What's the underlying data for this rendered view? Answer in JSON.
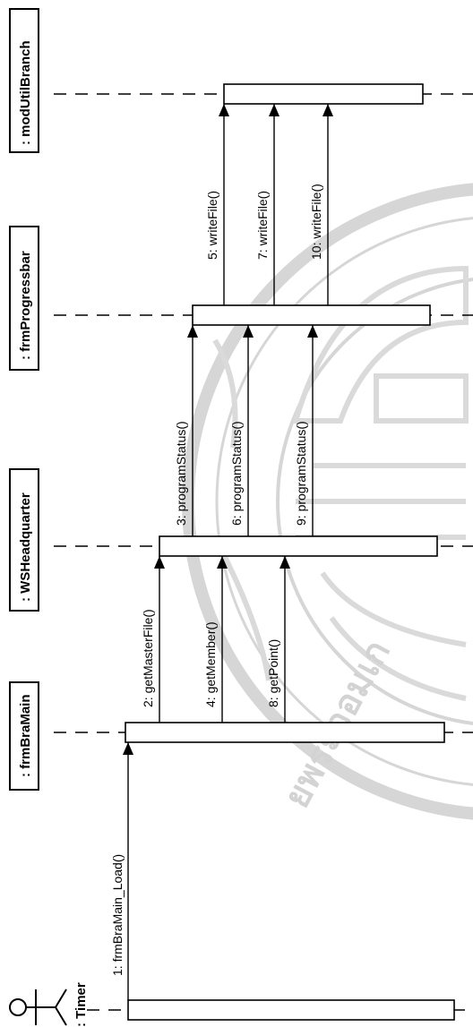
{
  "watermark": {
    "text": "ยพระจอมเก",
    "color": "#d0d0d0"
  },
  "actor": {
    "label": ": Timer"
  },
  "objects": [
    {
      "id": "frmBraMain",
      "label": ": frmBraMain"
    },
    {
      "id": "WSHeadquarter",
      "label": ": WSHeadquarter"
    },
    {
      "id": "frmProgressbar",
      "label": ": frmProgressbar"
    },
    {
      "id": "modUtilBranch",
      "label": ": modUtilBranch"
    }
  ],
  "messages": [
    {
      "label": "1: frmBraMain_Load()",
      "from": "Timer",
      "to": "frmBraMain"
    },
    {
      "label": "2: getMasterFile()",
      "from": "frmBraMain",
      "to": "WSHeadquarter"
    },
    {
      "label": "3: programStatus()",
      "from": "WSHeadquarter",
      "to": "frmProgressbar"
    },
    {
      "label": "4: getMember()",
      "from": "frmBraMain",
      "to": "WSHeadquarter"
    },
    {
      "label": "5: writeFile()",
      "from": "frmProgressbar",
      "to": "modUtilBranch"
    },
    {
      "label": "6: programStatus()",
      "from": "WSHeadquarter",
      "to": "frmProgressbar"
    },
    {
      "label": "7: writeFile()",
      "from": "frmProgressbar",
      "to": "modUtilBranch"
    },
    {
      "label": "8: getPoint()",
      "from": "frmBraMain",
      "to": "WSHeadquarter"
    },
    {
      "label": "9: programStatus()",
      "from": "WSHeadquarter",
      "to": "frmProgressbar"
    },
    {
      "label": "10: writeFile()",
      "from": "frmProgressbar",
      "to": "modUtilBranch"
    }
  ]
}
